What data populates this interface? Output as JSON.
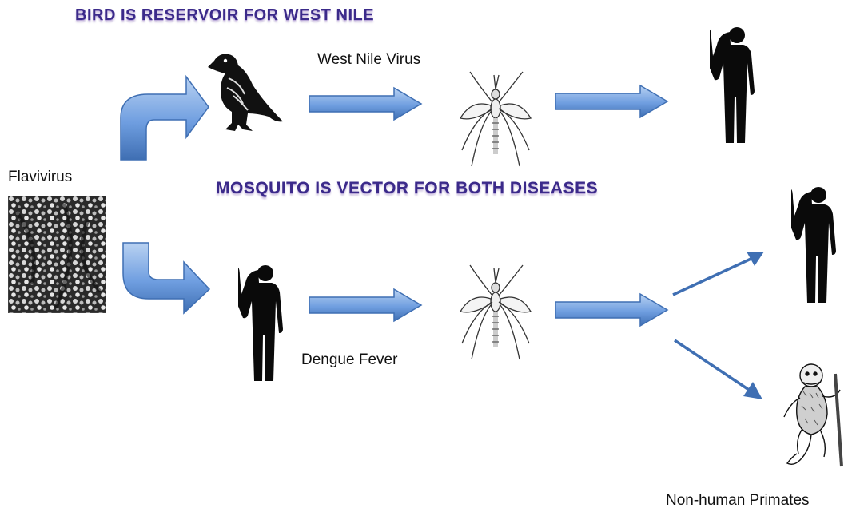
{
  "headlines": {
    "reservoir": "BIRD IS RESERVOIR FOR WEST NILE",
    "vector": "MOSQUITO IS VECTOR FOR BOTH DISEASES"
  },
  "labels": {
    "flavivirus": "Flavivirus",
    "west_nile": "West Nile Virus",
    "dengue": "Dengue Fever",
    "primates": "Non-human Primates"
  },
  "colors": {
    "headline": "#3b2a8a",
    "arrow_fill": "#5b8fd6",
    "arrow_light": "#b9d2f2",
    "arrow_stroke": "#3f6fb3",
    "silhouette": "#0a0a0a"
  }
}
